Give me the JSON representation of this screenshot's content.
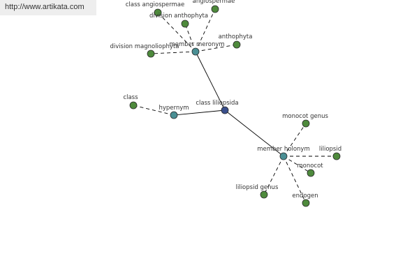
{
  "banner": {
    "url": "http://www.artikata.com"
  },
  "colors": {
    "center_fill": "#3a4f8c",
    "relation_fill": "#4a8f94",
    "term_fill": "#4e8a3c",
    "node_stroke": "#2a2a2a",
    "edge": "#000000"
  },
  "graph": {
    "nodes": [
      {
        "id": "class-liliopsida",
        "label": "class liliopsida",
        "kind": "center",
        "icon": "center-node-icon"
      },
      {
        "id": "member-meronym",
        "label": "member meronym",
        "kind": "relation",
        "icon": "relation-node-icon"
      },
      {
        "id": "hypernym",
        "label": "hypernym",
        "kind": "relation",
        "icon": "relation-node-icon"
      },
      {
        "id": "member-holonym",
        "label": "member holonym",
        "kind": "relation",
        "icon": "relation-node-icon"
      },
      {
        "id": "class-angiospermae",
        "label": "class angiospermae",
        "kind": "term",
        "icon": "term-node-icon"
      },
      {
        "id": "angiospermae",
        "label": "angiospermae",
        "kind": "term",
        "icon": "term-node-icon"
      },
      {
        "id": "division-anthophyta",
        "label": "division anthophyta",
        "kind": "term",
        "icon": "term-node-icon"
      },
      {
        "id": "anthophyta",
        "label": "anthophyta",
        "kind": "term",
        "icon": "term-node-icon"
      },
      {
        "id": "division-magnoliophyta",
        "label": "division magnoliophyta",
        "kind": "term",
        "icon": "term-node-icon"
      },
      {
        "id": "class",
        "label": "class",
        "kind": "term",
        "icon": "term-node-icon"
      },
      {
        "id": "monocot-genus",
        "label": "monocot genus",
        "kind": "term",
        "icon": "term-node-icon"
      },
      {
        "id": "liliopsid",
        "label": "liliopsid",
        "kind": "term",
        "icon": "term-node-icon"
      },
      {
        "id": "monocot",
        "label": "monocot",
        "kind": "term",
        "icon": "term-node-icon"
      },
      {
        "id": "liliopsid-genus",
        "label": "liliopsid genus",
        "kind": "term",
        "icon": "term-node-icon"
      },
      {
        "id": "endogen",
        "label": "endogen",
        "kind": "term",
        "icon": "term-node-icon"
      }
    ],
    "edges": [
      {
        "from": "class-liliopsida",
        "to": "member-meronym",
        "style": "solid"
      },
      {
        "from": "class-liliopsida",
        "to": "hypernym",
        "style": "solid"
      },
      {
        "from": "class-liliopsida",
        "to": "member-holonym",
        "style": "solid"
      },
      {
        "from": "member-meronym",
        "to": "class-angiospermae",
        "style": "dashed"
      },
      {
        "from": "member-meronym",
        "to": "angiospermae",
        "style": "dashed"
      },
      {
        "from": "member-meronym",
        "to": "division-anthophyta",
        "style": "dashed"
      },
      {
        "from": "member-meronym",
        "to": "anthophyta",
        "style": "dashed"
      },
      {
        "from": "member-meronym",
        "to": "division-magnoliophyta",
        "style": "dashed"
      },
      {
        "from": "hypernym",
        "to": "class",
        "style": "dashed"
      },
      {
        "from": "member-holonym",
        "to": "monocot-genus",
        "style": "dashed"
      },
      {
        "from": "member-holonym",
        "to": "liliopsid",
        "style": "dashed"
      },
      {
        "from": "member-holonym",
        "to": "monocot",
        "style": "dashed"
      },
      {
        "from": "member-holonym",
        "to": "liliopsid-genus",
        "style": "dashed"
      },
      {
        "from": "member-holonym",
        "to": "endogen",
        "style": "dashed"
      }
    ]
  }
}
